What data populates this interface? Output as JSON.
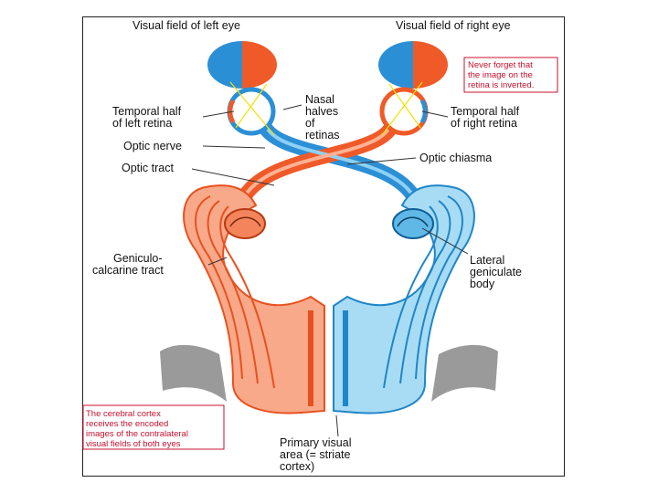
{
  "labels": {
    "vf_left": "Visual field of left eye",
    "vf_right": "Visual field of right eye",
    "temporal_left_1": "Temporal half",
    "temporal_left_2": "of left retina",
    "nasal_1": "Nasal",
    "nasal_2": "halves",
    "nasal_3": "of",
    "nasal_4": "retinas",
    "temporal_right_1": "Temporal half",
    "temporal_right_2": "of right retina",
    "optic_nerve": "Optic nerve",
    "optic_tract": "Optic tract",
    "optic_chiasma": "Optic chiasma",
    "geniculo_1": "Geniculo-",
    "geniculo_2": "calcarine tract",
    "lateral_1": "Lateral",
    "lateral_2": "geniculate",
    "lateral_3": "body",
    "primary_1": "Primary visual",
    "primary_2": "area (= striate",
    "primary_3": "cortex)"
  },
  "notes": {
    "inverted_1": "Never forget that",
    "inverted_2": "the image on the",
    "inverted_3": "retina is inverted.",
    "cortex_1": "The cerebral cortex",
    "cortex_2": "receives the encoded",
    "cortex_3": "images of the contralateral",
    "cortex_4": "visual fields of both eyes"
  },
  "colors": {
    "left_field": "#2b8fd6",
    "right_field": "#f05a28",
    "orange_pathway": "#f4845c",
    "orange_dark": "#e8511f",
    "blue_pathway": "#5fb8e6",
    "blue_dark": "#1f86c8",
    "note_red": "#c8102e",
    "cortex_gray": "#9a9a9a"
  }
}
